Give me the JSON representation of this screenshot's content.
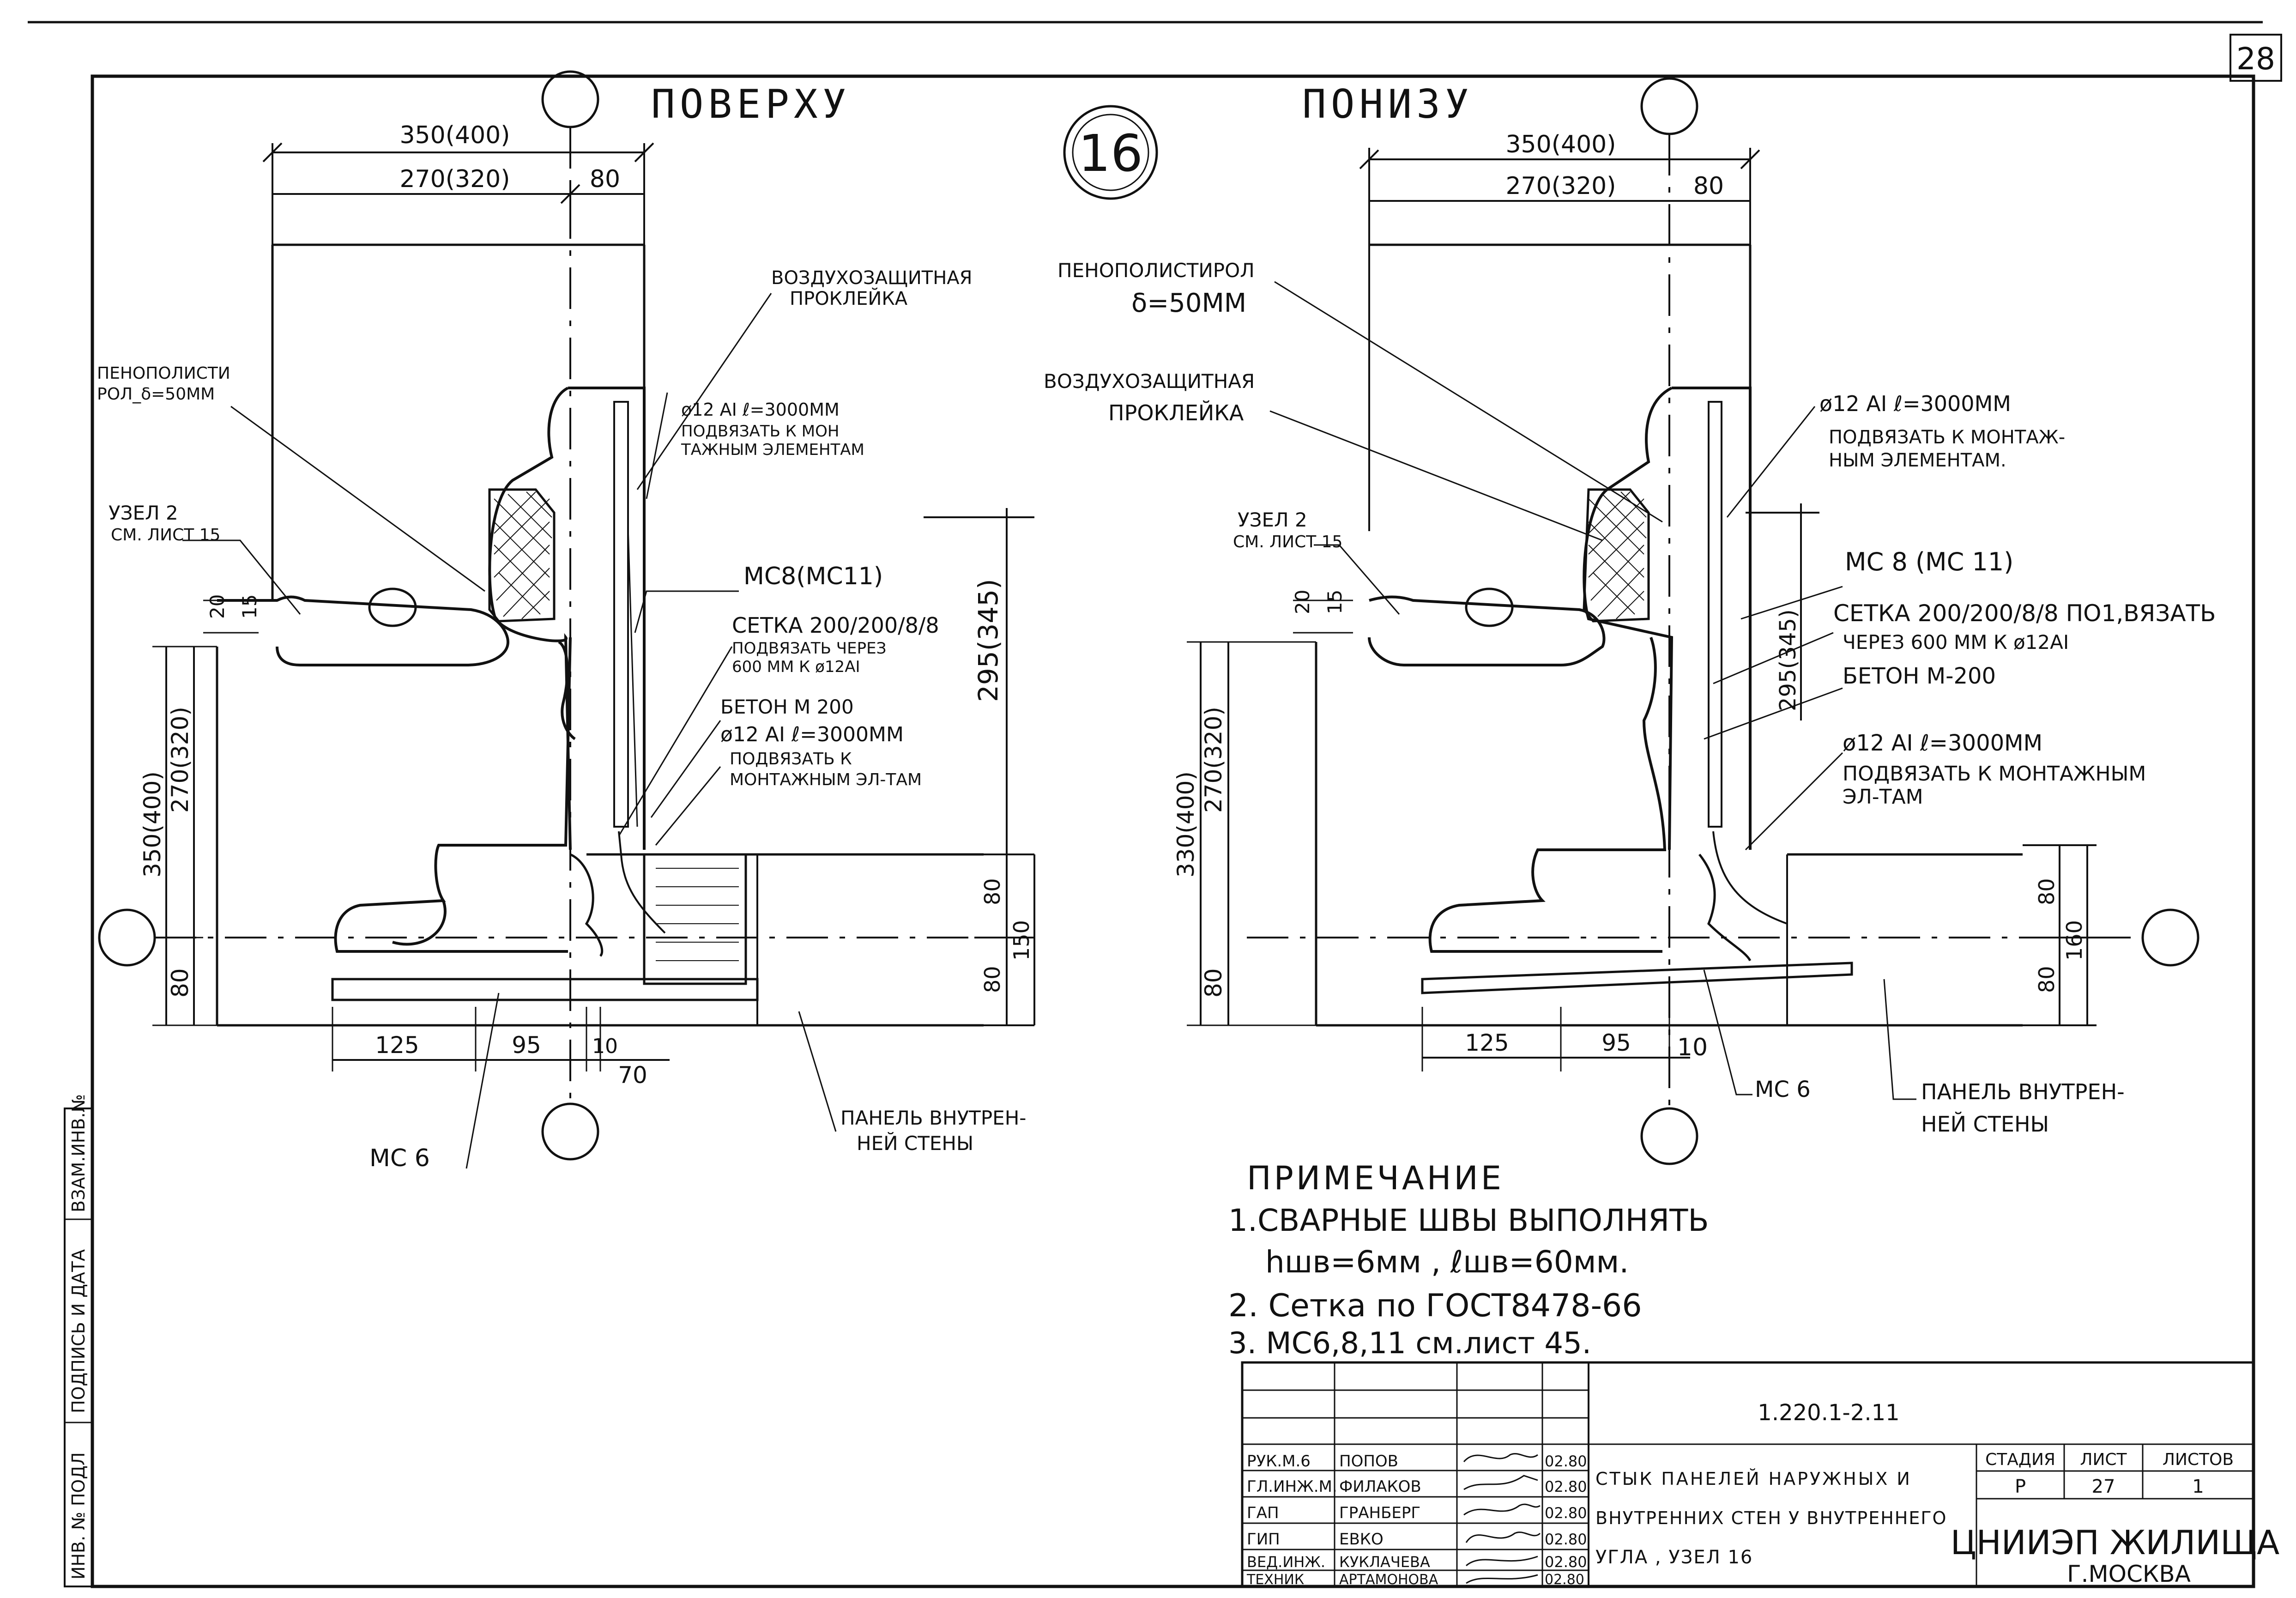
{
  "sheet": {
    "page_number": "28",
    "node_number": "16",
    "left_title": "ПОВЕРХУ",
    "right_title": "ПОНИЗУ"
  },
  "left_view": {
    "dim_top": "350(400)",
    "dim_a": "270(320)",
    "dim_b": "80",
    "label_air": [
      "ВОЗДУХОЗАЩИТНАЯ",
      "ПРОКЛЕЙКА"
    ],
    "label_foam": [
      "ПЕНОПОЛИСТИ",
      "РОЛ_δ=50ММ"
    ],
    "label_rebar1": [
      "ø12 АI  ℓ=3000ММ",
      "ПОДВЯЗАТЬ К МОН",
      "ТАЖНЫМ ЭЛЕМЕНТАМ"
    ],
    "label_node": [
      "УЗЕЛ 2",
      "СМ. ЛИСТ 15"
    ],
    "label_mc": "МС8(МС11)",
    "label_mesh": [
      "СЕТКА 200/200/8/8",
      "ПОДВЯЗАТЬ ЧЕРЕЗ",
      "600 ММ К ø12АI"
    ],
    "label_concrete": "БЕТОН М 200",
    "label_rebar2": [
      "ø12 АI  ℓ=3000ММ",
      "ПОДВЯЗАТЬ К",
      "МОНТАЖНЫМ ЭЛ-ТАМ"
    ],
    "label_panel": [
      "ПАНЕЛЬ ВНУТРЕН-",
      "НЕЙ СТЕНЫ"
    ],
    "label_mc6": "МС 6",
    "dim_20": "20",
    "dim_15": "15",
    "dim_v350": "350(400)",
    "dim_v270": "270(320)",
    "dim_v295": "295(345)",
    "dim_80a": "80",
    "dim_80b": "80",
    "dim_80c": "80",
    "dim_150": "150",
    "dim_125": "125",
    "dim_95": "95",
    "dim_10": "10",
    "dim_70": "70"
  },
  "right_view": {
    "dim_top": "350(400)",
    "dim_a": "270(320)",
    "dim_b": "80",
    "label_foam": [
      "ПЕНОПОЛИСТИРОЛ",
      "δ=50ММ"
    ],
    "label_air": [
      "ВОЗДУХОЗАЩИТНАЯ",
      "ПРОКЛЕЙКА"
    ],
    "label_rebar1": [
      "ø12 АI  ℓ=3000ММ",
      "ПОДВЯЗАТЬ К МОНТАЖ-",
      "НЫМ ЭЛЕМЕНТАМ."
    ],
    "label_node": [
      "УЗЕЛ 2",
      "СМ. ЛИСТ 15"
    ],
    "label_mc": "МС 8 (МС 11)",
    "label_mesh": [
      "СЕТКА 200/200/8/8 ПО1,ВЯЗАТЬ",
      "ЧЕРЕЗ 600 ММ К ø12АI"
    ],
    "label_concrete": "БЕТОН М-200",
    "label_rebar2": [
      "ø12 АI  ℓ=3000ММ",
      "ПОДВЯЗАТЬ К МОНТАЖНЫМ",
      "ЭЛ-ТАМ"
    ],
    "label_panel": [
      "ПАНЕЛЬ ВНУТРЕН-",
      "НЕЙ СТЕНЫ"
    ],
    "label_mc6": "МС 6",
    "dim_20": "20",
    "dim_15": "15",
    "dim_v330": "330(400)",
    "dim_v270": "270(320)",
    "dim_v295": "295(345)",
    "dim_80a": "80",
    "dim_80b": "80",
    "dim_80c": "80",
    "dim_160": "160",
    "dim_125": "125",
    "dim_95": "95",
    "dim_10": "10"
  },
  "notes": {
    "title": "ПРИМЕЧАНИЕ",
    "items": [
      "1.СВАРНЫЕ ШВЫ ВЫПОЛНЯТЬ",
      "hшв=6мм , ℓшв=60мм.",
      "2. Сетка по ГОСТ8478-66",
      "3. МС6,8,11 см.лист 45."
    ]
  },
  "side_stamp": [
    "ИНВ. № ПОДЛ",
    "ПОДПИСЬ И ДАТА",
    "ВЗАМ.ИНВ.№"
  ],
  "title_block": {
    "code": "1.220.1-2.11",
    "rows": [
      {
        "role": "РУК.М.6",
        "name": "ПОПОВ",
        "date": "02.80"
      },
      {
        "role": "ГЛ.ИНЖ.М.",
        "name": "ФИЛАКОВ",
        "date": "02.80"
      },
      {
        "role": "ГАП",
        "name": "ГРАНБЕРГ",
        "date": "02.80"
      },
      {
        "role": "ГИП",
        "name": "ЕВКО",
        "date": "02.80"
      },
      {
        "role": "ВЕД.ИНЖ.",
        "name": "КУКЛАЧЕВА",
        "date": "02.80"
      },
      {
        "role": "ТЕХНИК",
        "name": "АРТАМОНОВА",
        "date": "02.80"
      }
    ],
    "description": [
      "СТЫК ПАНЕЛЕЙ НАРУЖНЫХ И",
      "ВНУТРЕННИХ СТЕН У ВНУТРЕННЕГО",
      "УГЛА , УЗЕЛ 16"
    ],
    "stage_header": "СТАДИЯ",
    "sheet_header": "ЛИСТ",
    "sheets_header": "ЛИСТОВ",
    "stage": "Р",
    "sheet": "27",
    "sheets": "1",
    "org": "ЦНИИЭП ЖИЛИЩА",
    "city": "Г.МОСКВА"
  }
}
